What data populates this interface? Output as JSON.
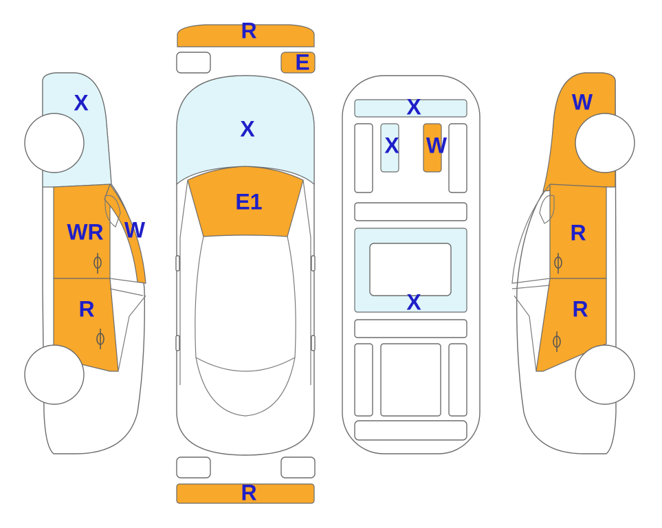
{
  "colors": {
    "orange": "#F8A82B",
    "light_blue": "#DFF5FA",
    "label_blue": "#1F1FC8",
    "outline": "#6b6b6b"
  },
  "labels": {
    "top_bumper": "R",
    "top_small_right": "E",
    "top_roof_front": "X",
    "top_roof_rear": "E1",
    "bottom_bumper": "R",
    "interior_front": "X",
    "interior_seat_left": "X",
    "interior_seat_right": "W",
    "interior_center": "X",
    "left_fender": "X",
    "left_front_door": "WR",
    "left_mirror_w": "W",
    "left_rear_door": "R",
    "right_fender": "W",
    "right_front_door": "R",
    "right_rear_door": "R"
  }
}
